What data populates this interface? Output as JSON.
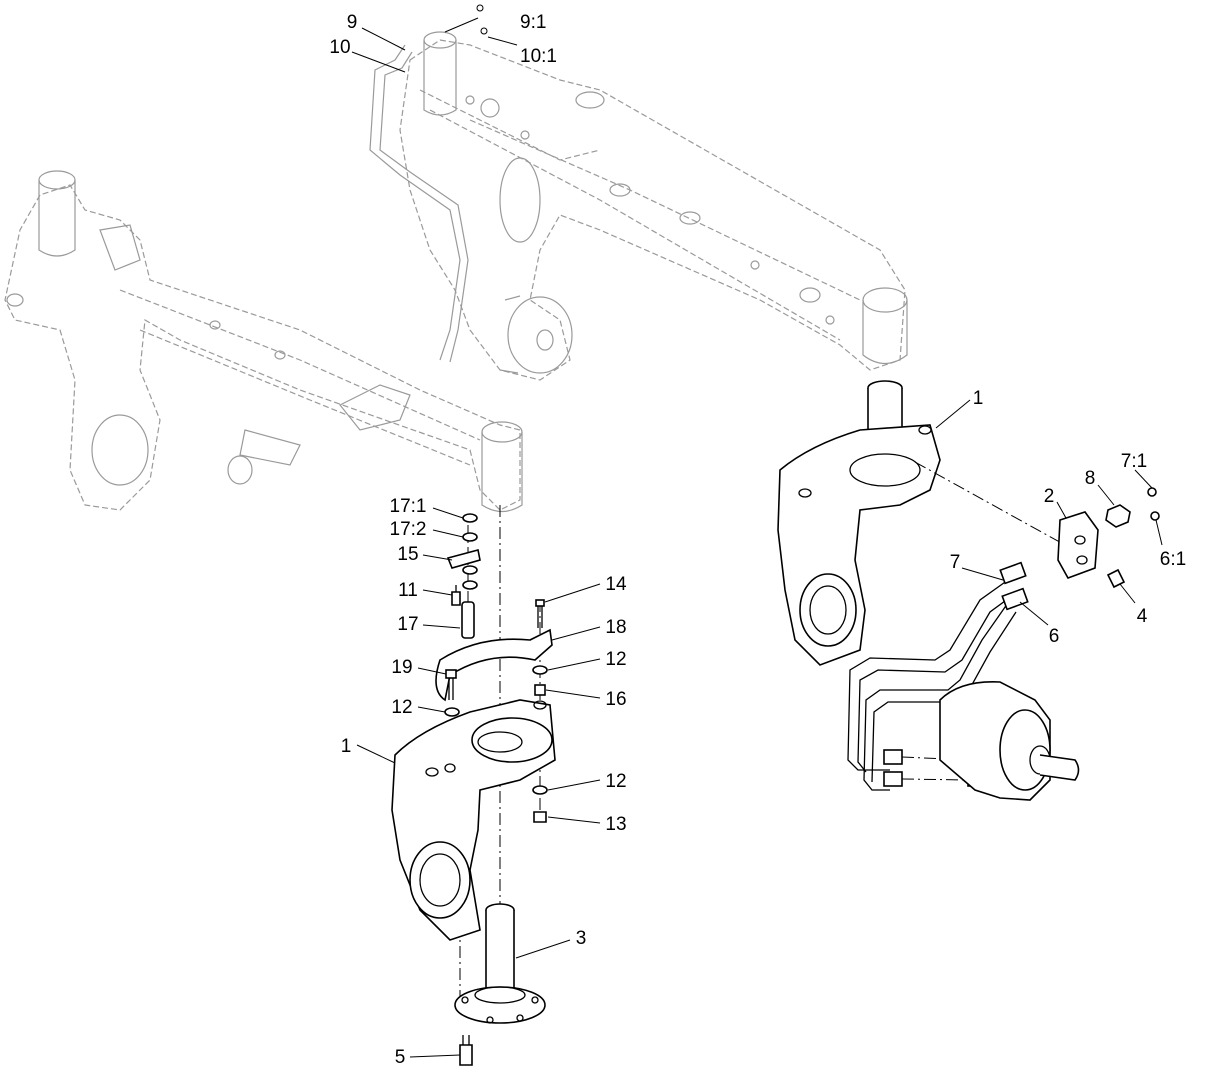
{
  "callouts": [
    {
      "id": "c9",
      "label": "9"
    },
    {
      "id": "c10",
      "label": "10"
    },
    {
      "id": "c9-1",
      "label": "9:1"
    },
    {
      "id": "c10-1",
      "label": "10:1"
    },
    {
      "id": "c17-1",
      "label": "17:1"
    },
    {
      "id": "c17-2",
      "label": "17:2"
    },
    {
      "id": "c15",
      "label": "15"
    },
    {
      "id": "c11",
      "label": "11"
    },
    {
      "id": "c17",
      "label": "17"
    },
    {
      "id": "c14",
      "label": "14"
    },
    {
      "id": "c18",
      "label": "18"
    },
    {
      "id": "c19",
      "label": "19"
    },
    {
      "id": "c12a",
      "label": "12"
    },
    {
      "id": "c12b",
      "label": "12"
    },
    {
      "id": "c16",
      "label": "16"
    },
    {
      "id": "c1a",
      "label": "1"
    },
    {
      "id": "c12c",
      "label": "12"
    },
    {
      "id": "c13",
      "label": "13"
    },
    {
      "id": "c3",
      "label": "3"
    },
    {
      "id": "c5",
      "label": "5"
    },
    {
      "id": "c1b",
      "label": "1"
    },
    {
      "id": "c7-1",
      "label": "7:1"
    },
    {
      "id": "c8",
      "label": "8"
    },
    {
      "id": "c2",
      "label": "2"
    },
    {
      "id": "c6-1",
      "label": "6:1"
    },
    {
      "id": "c7",
      "label": "7"
    },
    {
      "id": "c4",
      "label": "4"
    },
    {
      "id": "c6",
      "label": "6"
    }
  ]
}
